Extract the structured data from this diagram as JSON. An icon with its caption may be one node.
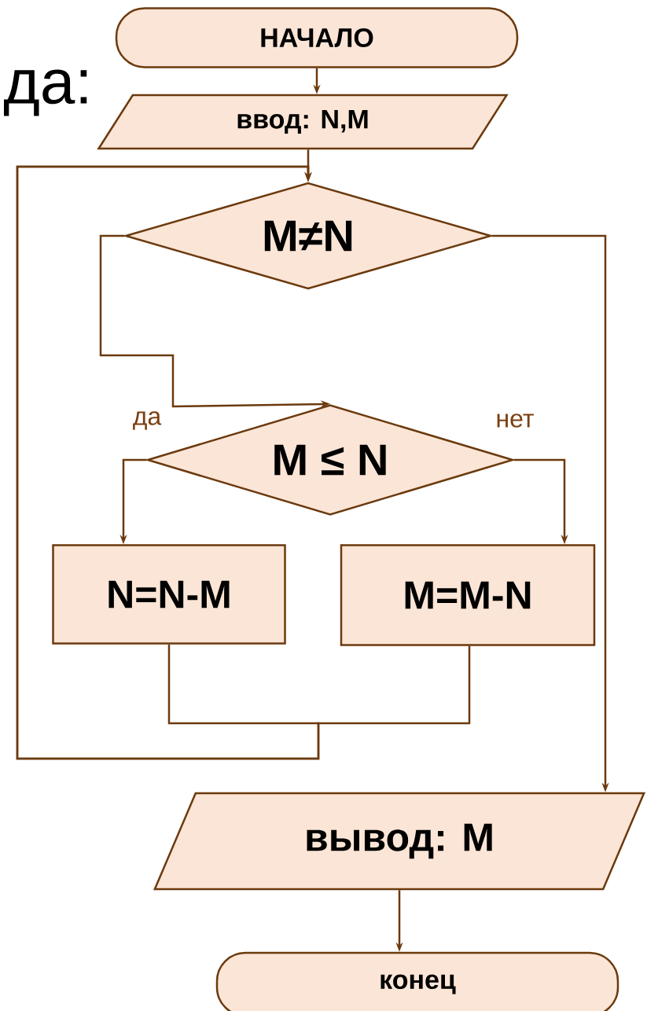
{
  "diagram": {
    "nodes": [
      {
        "text": [
          "НАЧАЛО"
        ]
      },
      {
        "text": [
          "ввод: N,M"
        ]
      },
      {
        "text": [
          "M≠N"
        ]
      },
      {
        "text": [
          "M ≤ N"
        ]
      },
      {
        "text": [
          "N=N-M"
        ]
      },
      {
        "text": [
          "M=M-N"
        ]
      },
      {
        "text": [
          "вывод: M"
        ]
      },
      {
        "text": [
          "конец"
        ]
      }
    ],
    "edges": [
      {
        "from": 0,
        "to": 1,
        "arrow": "to"
      },
      {
        "from": 1,
        "to": 2,
        "arrow": "to"
      },
      {
        "from": 2,
        "to": 3,
        "arrow": "to"
      },
      {
        "from": 2,
        "to": 6,
        "arrow": "to"
      },
      {
        "from": 3,
        "to": 4,
        "label": "да",
        "arrow": "to"
      },
      {
        "from": 3,
        "to": 5,
        "label": "нет",
        "arrow": "to"
      },
      {
        "from": 4,
        "to": 2,
        "arrow": "to"
      },
      {
        "from": 5,
        "to": 2,
        "arrow": "to"
      },
      {
        "from": 6,
        "to": 7,
        "arrow": "to"
      }
    ],
    "labels": [
      "да:"
    ]
  }
}
